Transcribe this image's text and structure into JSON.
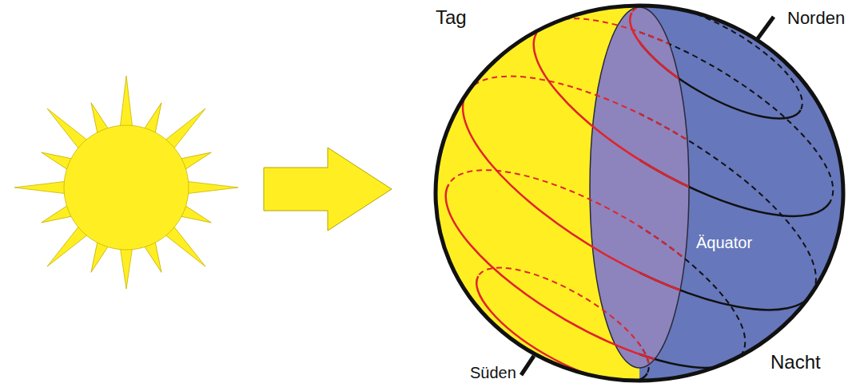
{
  "diagram": {
    "labels": [
      "Tag",
      "Norden",
      "Äquator",
      "Süden",
      "Nacht"
    ]
  }
}
